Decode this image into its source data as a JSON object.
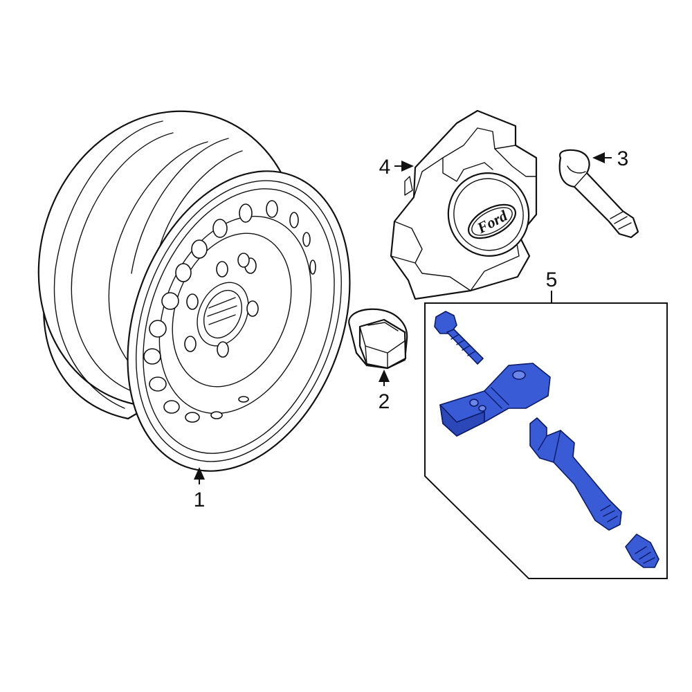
{
  "callouts": {
    "c1": "1",
    "c2": "2",
    "c3": "3",
    "c4": "4",
    "c5": "5"
  },
  "logo": {
    "text": "Ford"
  },
  "colors": {
    "highlight": "#3a5bd6",
    "line": "#111111",
    "background": "#ffffff"
  },
  "icons": {
    "wheel": "steel-wheel-icon",
    "lug_nut": "lug-nut-icon",
    "valve_stem": "valve-stem-icon",
    "center_cap": "center-cap-icon",
    "tpms": "tpms-sensor-icon"
  }
}
